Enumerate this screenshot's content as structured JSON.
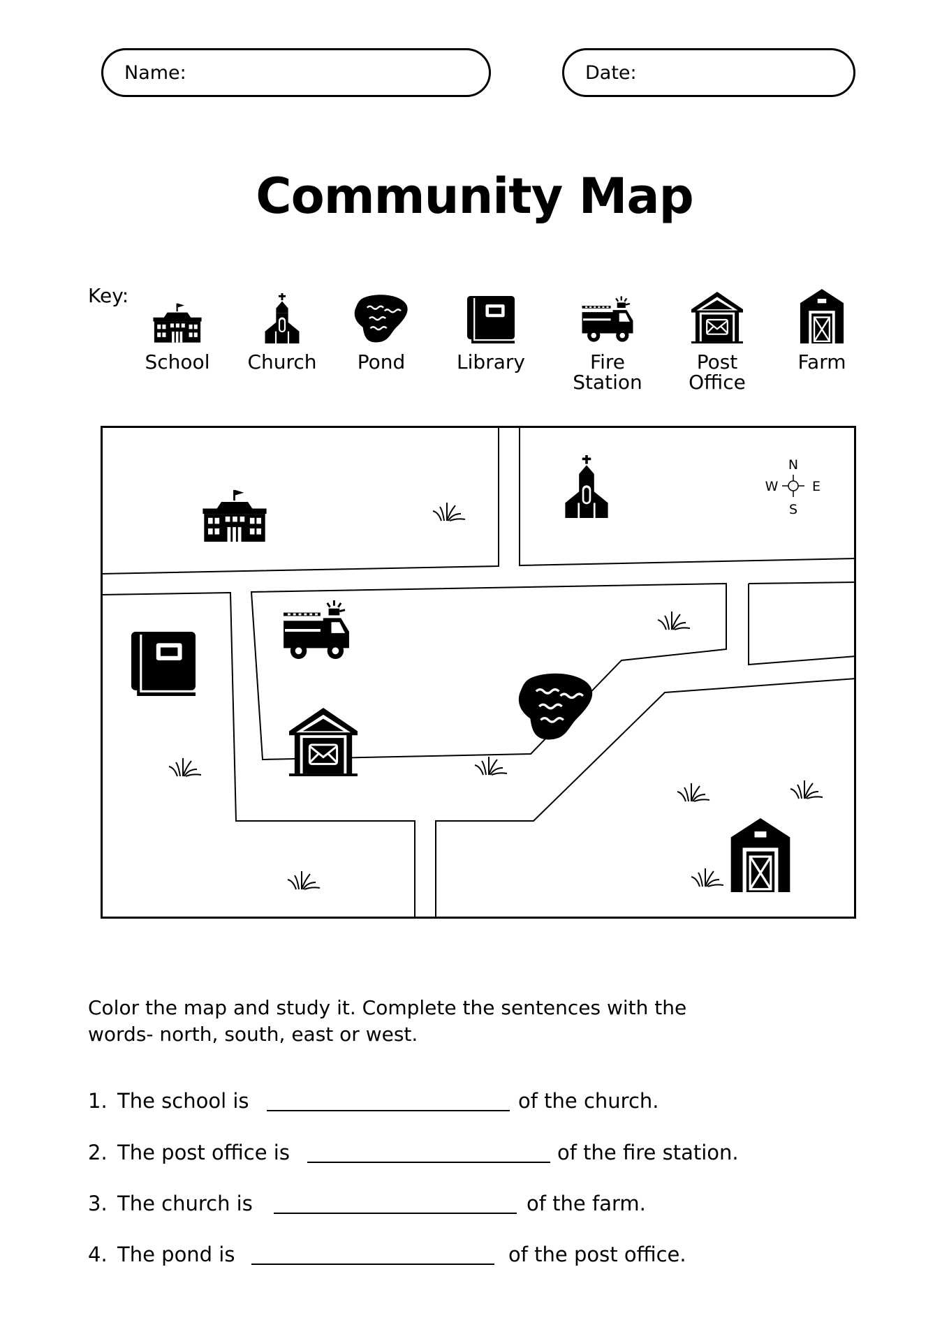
{
  "header": {
    "name_label": "Name:",
    "date_label": "Date:"
  },
  "title": "Community Map",
  "key": {
    "label": "Key:",
    "items": [
      {
        "label": "School",
        "icon": "school-icon"
      },
      {
        "label": "Church",
        "icon": "church-icon"
      },
      {
        "label": "Pond",
        "icon": "pond-icon"
      },
      {
        "label": "Library",
        "icon": "library-icon"
      },
      {
        "label": "Fire\nStation",
        "icon": "fire-station-icon"
      },
      {
        "label": "Post\nOffice",
        "icon": "post-office-icon"
      },
      {
        "label": "Farm",
        "icon": "farm-icon"
      }
    ]
  },
  "map": {
    "compass": {
      "north": "N",
      "south": "S",
      "east": "E",
      "west": "W"
    }
  },
  "instructions": "Color the map and study it. Complete the sentences with the words- north, south, east or west.",
  "questions": [
    {
      "number": "1.",
      "before": "The school is",
      "after": "of the church."
    },
    {
      "number": "2.",
      "before": "The post office is",
      "after": "of the fire station."
    },
    {
      "number": "3.",
      "before": "The church is",
      "after": "of the farm."
    },
    {
      "number": "4.",
      "before": "The pond is",
      "after": "of the post office."
    }
  ]
}
